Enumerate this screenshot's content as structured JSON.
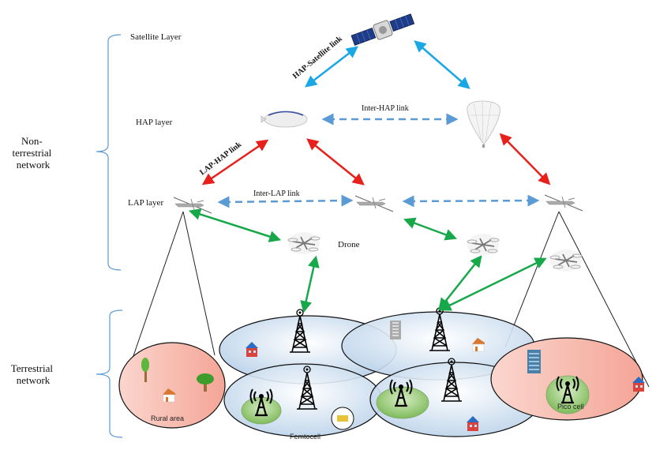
{
  "groups": {
    "non_terrestrial": "Non-terrestrial network",
    "non_terrestrial_lines": [
      "Non-",
      "terrestrial",
      "network"
    ],
    "terrestrial_lines": [
      "Terrestrial",
      "network"
    ]
  },
  "layers": {
    "satellite": "Satellite Layer",
    "hap": "HAP layer",
    "lap": "LAP layer",
    "drone": "Drone"
  },
  "links": {
    "hap_satellite": "HAP-Satellite  link",
    "inter_hap": "Inter-HAP link",
    "lap_hap": "LAP-HAP link",
    "inter_lap": "Inter-LAP link"
  },
  "cells": {
    "rural": "Rural area",
    "femto": "Femtocell",
    "pico": "Pico cell"
  },
  "colors": {
    "bracket": "#5b9bd5",
    "satellite_link": "#1aa7e6",
    "hap_link": "#5b9bd5",
    "lap_hap_link": "#e8201c",
    "drone_link": "#17a84a",
    "macro_cell": "#cfe0f0",
    "rural_cell": "#f6b6ab",
    "small_cell": "#8cc56a"
  }
}
